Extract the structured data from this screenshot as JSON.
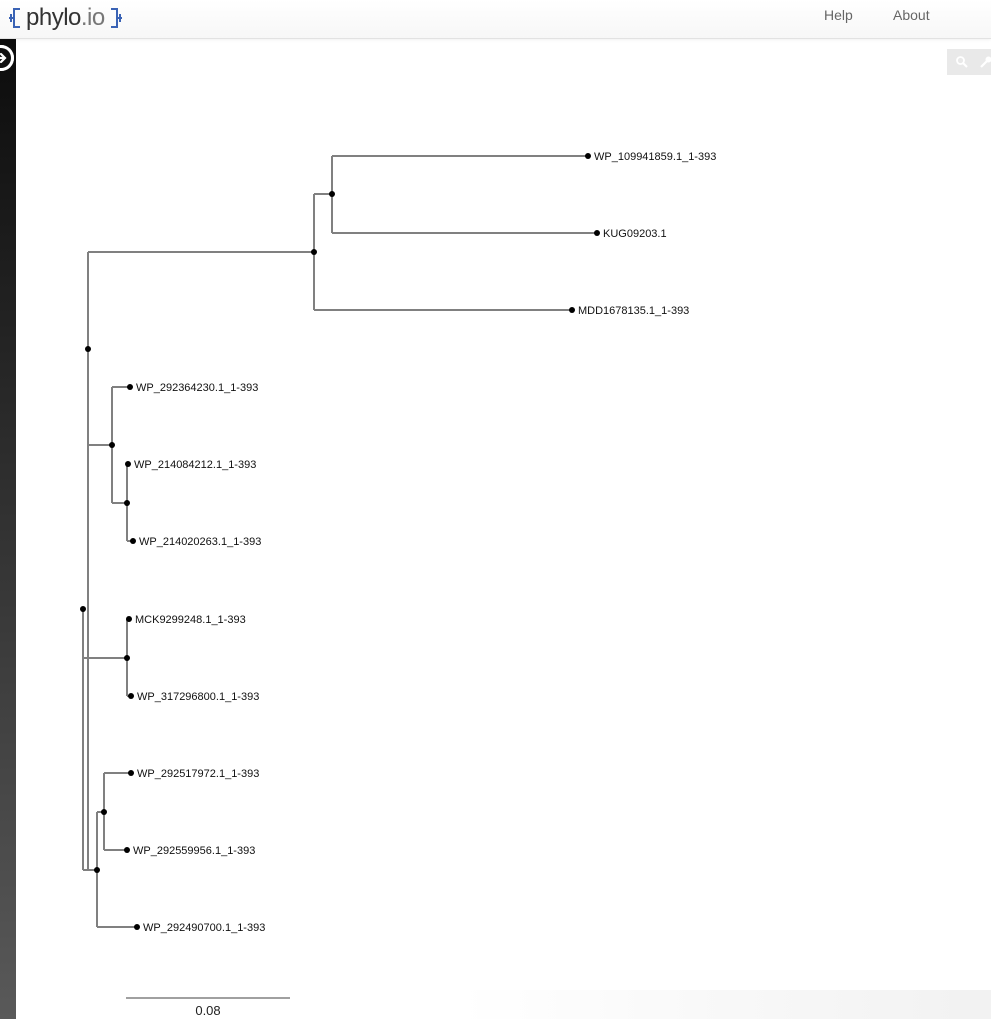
{
  "app": {
    "logo_main": "phylo",
    "logo_tld": ".io"
  },
  "nav": {
    "help": "Help",
    "about": "About"
  },
  "toolbar": {
    "icons": [
      "search-icon",
      "wrench-icon"
    ]
  },
  "tree": {
    "leaves": [
      "WP_109941859.1_1-393",
      "KUG09203.1",
      "MDD1678135.1_1-393",
      "WP_292364230.1_1-393",
      "WP_214084212.1_1-393",
      "WP_214020263.1_1-393",
      "MCK9299248.1_1-393",
      "WP_317296800.1_1-393",
      "WP_292517972.1_1-393",
      "WP_292559956.1_1-393",
      "WP_292490700.1_1-393"
    ],
    "scale_bar": "0.08"
  },
  "colors": {
    "branch": "#808080",
    "node": "#000000",
    "sidebar": "#1a1a1a"
  }
}
